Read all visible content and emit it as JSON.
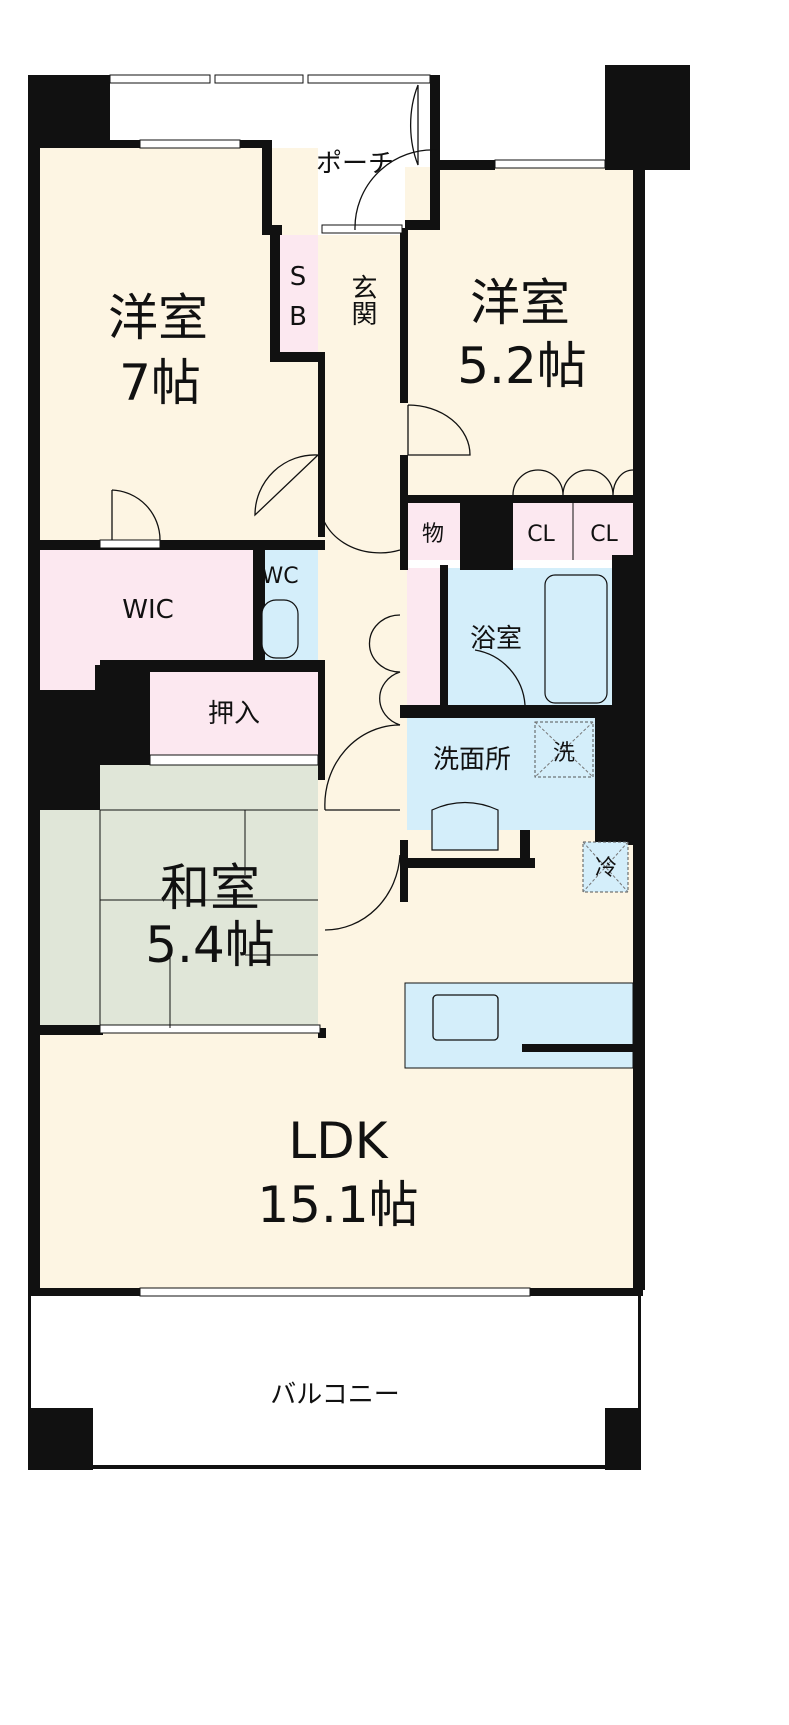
{
  "floorplan": {
    "rooms": {
      "western_room_1": {
        "name": "洋室",
        "size": "7帖"
      },
      "western_room_2": {
        "name": "洋室",
        "size": "5.2帖"
      },
      "japanese_room": {
        "name": "和室",
        "size": "5.4帖"
      },
      "ldk": {
        "name": "LDK",
        "size": "15.1帖"
      },
      "porch": "ポーチ",
      "entrance": "玄関",
      "shoe_box": [
        "S",
        "B"
      ],
      "wic": "WIC",
      "wc": "WC",
      "closet_oshiire": "押入",
      "storage": "物",
      "closet_1": "CL",
      "closet_2": "CL",
      "bathroom": "浴室",
      "washroom": "洗面所",
      "washer": "洗",
      "fridge": "冷",
      "balcony": "バルコニー"
    },
    "colors": {
      "room": "#fdf5e3",
      "storage": "#fce8f0",
      "wet_area": "#d4eefa",
      "tatami": "#e0e6d8",
      "wall": "#111111"
    }
  }
}
